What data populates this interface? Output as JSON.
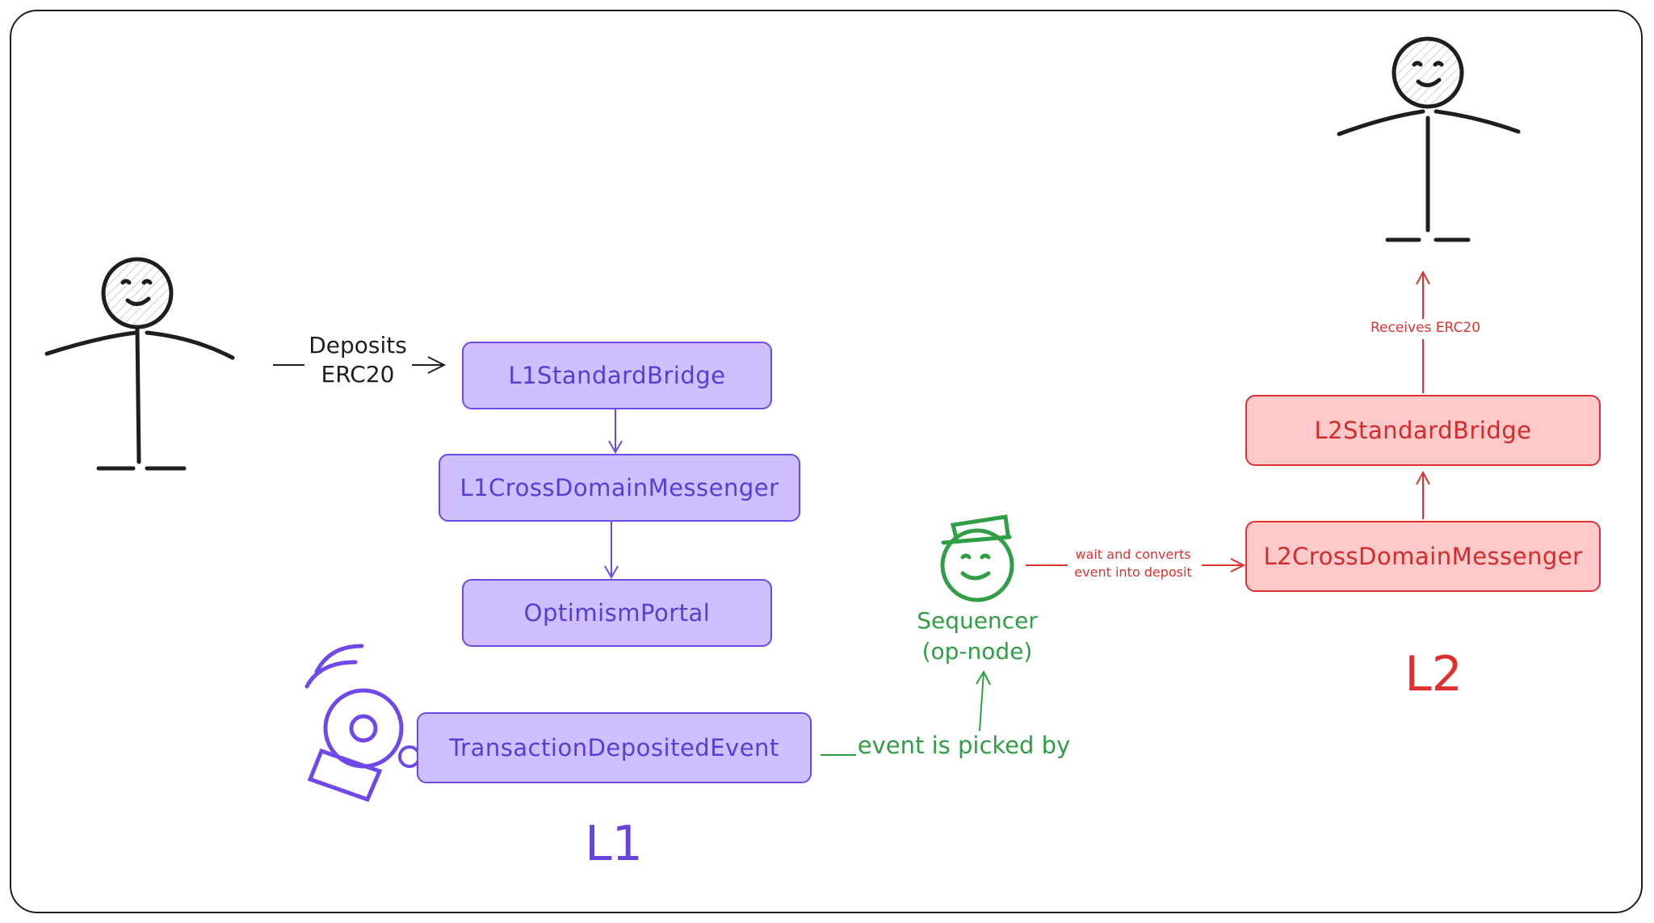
{
  "l1": {
    "user_label": "Deposits\nERC20",
    "boxes": {
      "standard_bridge": "L1StandardBridge",
      "cross_domain_messenger": "L1CrossDomainMessenger",
      "optimism_portal": "OptimismPortal",
      "deposited_event": "TransactionDepositedEvent"
    },
    "zone_label": "L1"
  },
  "sequencer": {
    "label": "Sequencer\n(op-node)",
    "picked_label": "event is picked by",
    "convert_label": "wait and converts\nevent into deposit"
  },
  "l2": {
    "boxes": {
      "cross_domain_messenger": "L2CrossDomainMessenger",
      "standard_bridge": "L2StandardBridge"
    },
    "receives_label": "Receives ERC20",
    "zone_label": "L2"
  },
  "colors": {
    "stroke": "#1e1e1e",
    "l1_fill": "#d0bfff",
    "l1_stroke": "#7048e8",
    "l2_fill": "#ffc9c9",
    "l2_stroke": "#e03131",
    "sequencer": "#2f9e44"
  },
  "icons": [
    "stick-figure-user",
    "bell-alarm-icon",
    "sequencer-bot-icon"
  ]
}
